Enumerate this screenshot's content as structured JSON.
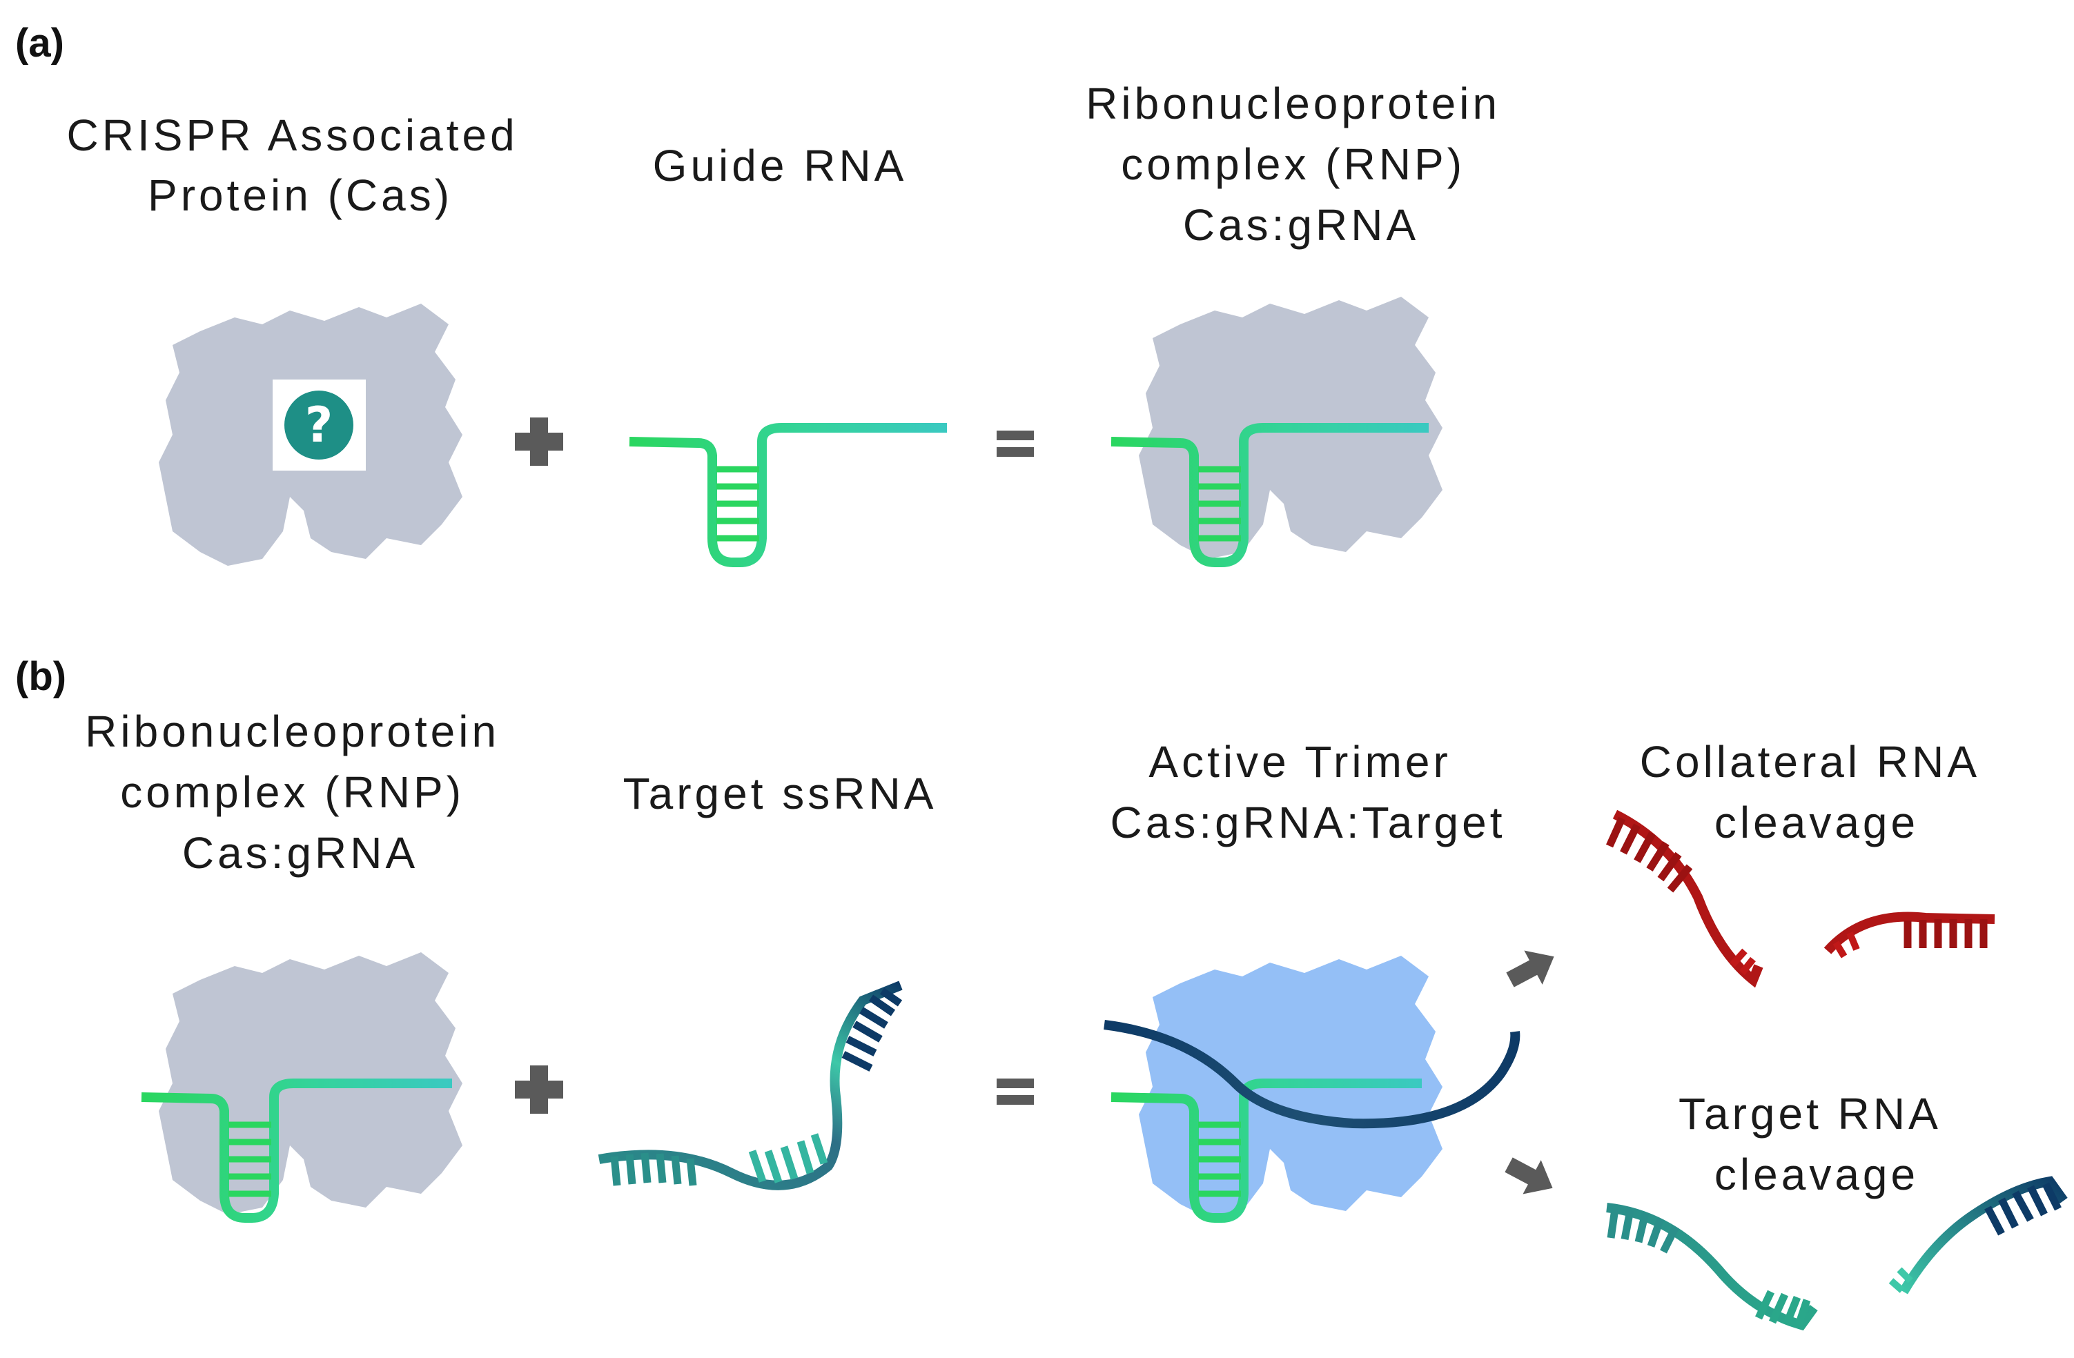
{
  "panel_a": {
    "label": "(a)",
    "cas_caption": [
      "CRISPR Associated",
      "Protein (Cas)"
    ],
    "guide_caption": "Guide RNA",
    "rnp_caption": [
      "Ribonucleoprotein",
      "complex (RNP)",
      "Cas:gRNA"
    ],
    "question_mark": "?",
    "question_icon": "question-icon"
  },
  "panel_b": {
    "label": "(b)",
    "rnp_caption": [
      "Ribonucleoprotein",
      "complex (RNP)",
      "Cas:gRNA"
    ],
    "target_caption": "Target ssRNA",
    "trimer_caption": [
      "Active Trimer",
      "Cas:gRNA:Target"
    ],
    "collateral_caption": [
      "Collateral RNA",
      "cleavage"
    ],
    "target_cleavage_caption": [
      "Target RNA",
      "cleavage"
    ]
  },
  "operators": {
    "plus": "+",
    "equals": "="
  },
  "colors": {
    "cas_protein": "#bfc5d3",
    "active_protein": "#94bff6",
    "guide_green": "#2ad65f",
    "guide_teal": "#3ad1b1",
    "target_dark": "#0d3a66",
    "target_teal": "#2a8f8a",
    "collateral_red": "#b01616",
    "operator_gray": "#5a5a5a",
    "question_badge": "#1e8f86"
  }
}
